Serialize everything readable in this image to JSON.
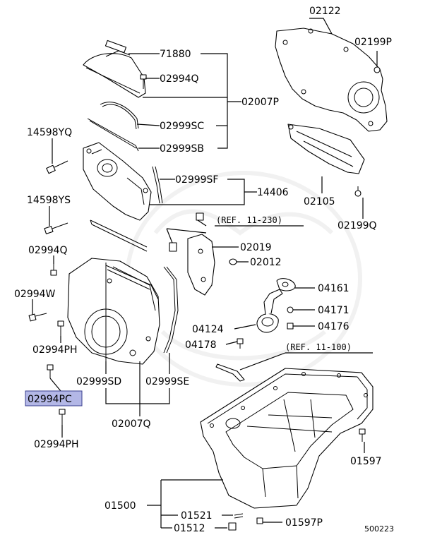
{
  "diagram": {
    "labels": {
      "p02122": "02122",
      "p71880": "71880",
      "p02199P": "02199P",
      "p02994Q_top": "02994Q",
      "p02007P": "02007P",
      "p02999SC": "02999SC",
      "p14598YQ": "14598YQ",
      "p02999SB": "02999SB",
      "p02999SF": "02999SF",
      "p14406": "14406",
      "p02105": "02105",
      "p14598YS": "14598YS",
      "p02199Q": "02199Q",
      "p02019": "02019",
      "p02994Q_mid": "02994Q",
      "p02012": "02012",
      "p04161": "04161",
      "p02994W": "02994W",
      "p04171": "04171",
      "p04124": "04124",
      "p04176": "04176",
      "p02994PH_1": "02994PH",
      "p04178": "04178",
      "p02999SD": "02999SD",
      "p02999SE": "02999SE",
      "p02994PC": "02994PC",
      "p02007Q": "02007Q",
      "p02994PH_2": "02994PH",
      "p01597_right": "01597",
      "p01500": "01500",
      "p01521": "01521",
      "p01512": "01512",
      "p01597P": "01597P"
    },
    "refs": {
      "ref_11_230": "(REF. 11-230)",
      "ref_11_100": "(REF. 11-100)"
    },
    "drawing_code": "500223",
    "highlighted_part": "02994PC",
    "colors": {
      "highlight_fill": "#b3b7e6",
      "highlight_stroke": "#3a3f8f",
      "line": "#000000"
    }
  }
}
